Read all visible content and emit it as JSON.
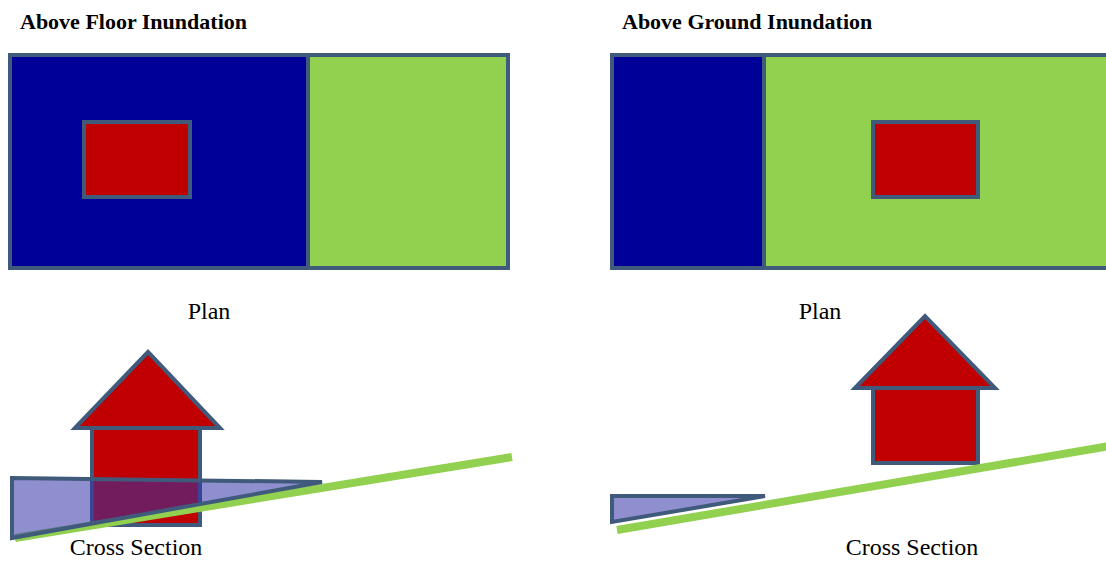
{
  "diagram": {
    "labels": [
      "Above Floor Inundation",
      "Plan",
      "Cross Section",
      "Above Ground Inundation",
      "Plan",
      "Cross Section"
    ]
  }
}
